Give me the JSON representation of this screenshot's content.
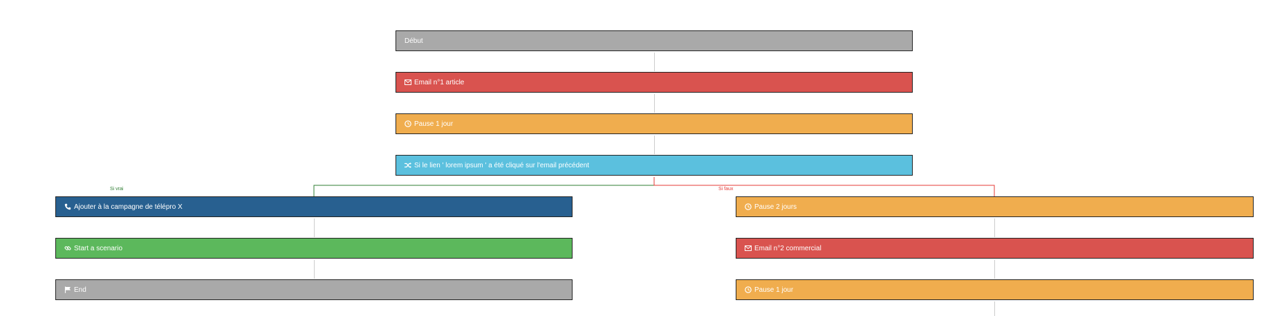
{
  "colors": {
    "start_end": "#a9a9a9",
    "email": "#d9534f",
    "pause": "#f0ad4e",
    "condition": "#5bc0de",
    "phone": "#286090",
    "scenario": "#5cb85c",
    "branch_true": "#2e7d32",
    "branch_false": "#e53935",
    "connector": "#cccccc"
  },
  "main": [
    {
      "label": "Début",
      "icon": "none"
    },
    {
      "label": "Email n°1 article",
      "icon": "envelope-icon"
    },
    {
      "label": "Pause 1 jour",
      "icon": "clock-icon"
    },
    {
      "label": "Si le lien ' lorem ipsum ' a été cliqué sur l'email précédent",
      "icon": "random-icon"
    }
  ],
  "branches": {
    "true": {
      "label": "Si vrai",
      "nodes": [
        {
          "label": "Ajouter à la campagne de télépro X",
          "icon": "phone-icon"
        },
        {
          "label": "Start a scenario",
          "icon": "link-icon"
        },
        {
          "label": "End",
          "icon": "flag-icon"
        }
      ]
    },
    "false": {
      "label": "Si faux",
      "nodes": [
        {
          "label": "Pause 2 jours",
          "icon": "clock-icon"
        },
        {
          "label": "Email n°2 commercial",
          "icon": "envelope-icon"
        },
        {
          "label": "Pause 1 jour",
          "icon": "clock-icon"
        }
      ]
    }
  }
}
